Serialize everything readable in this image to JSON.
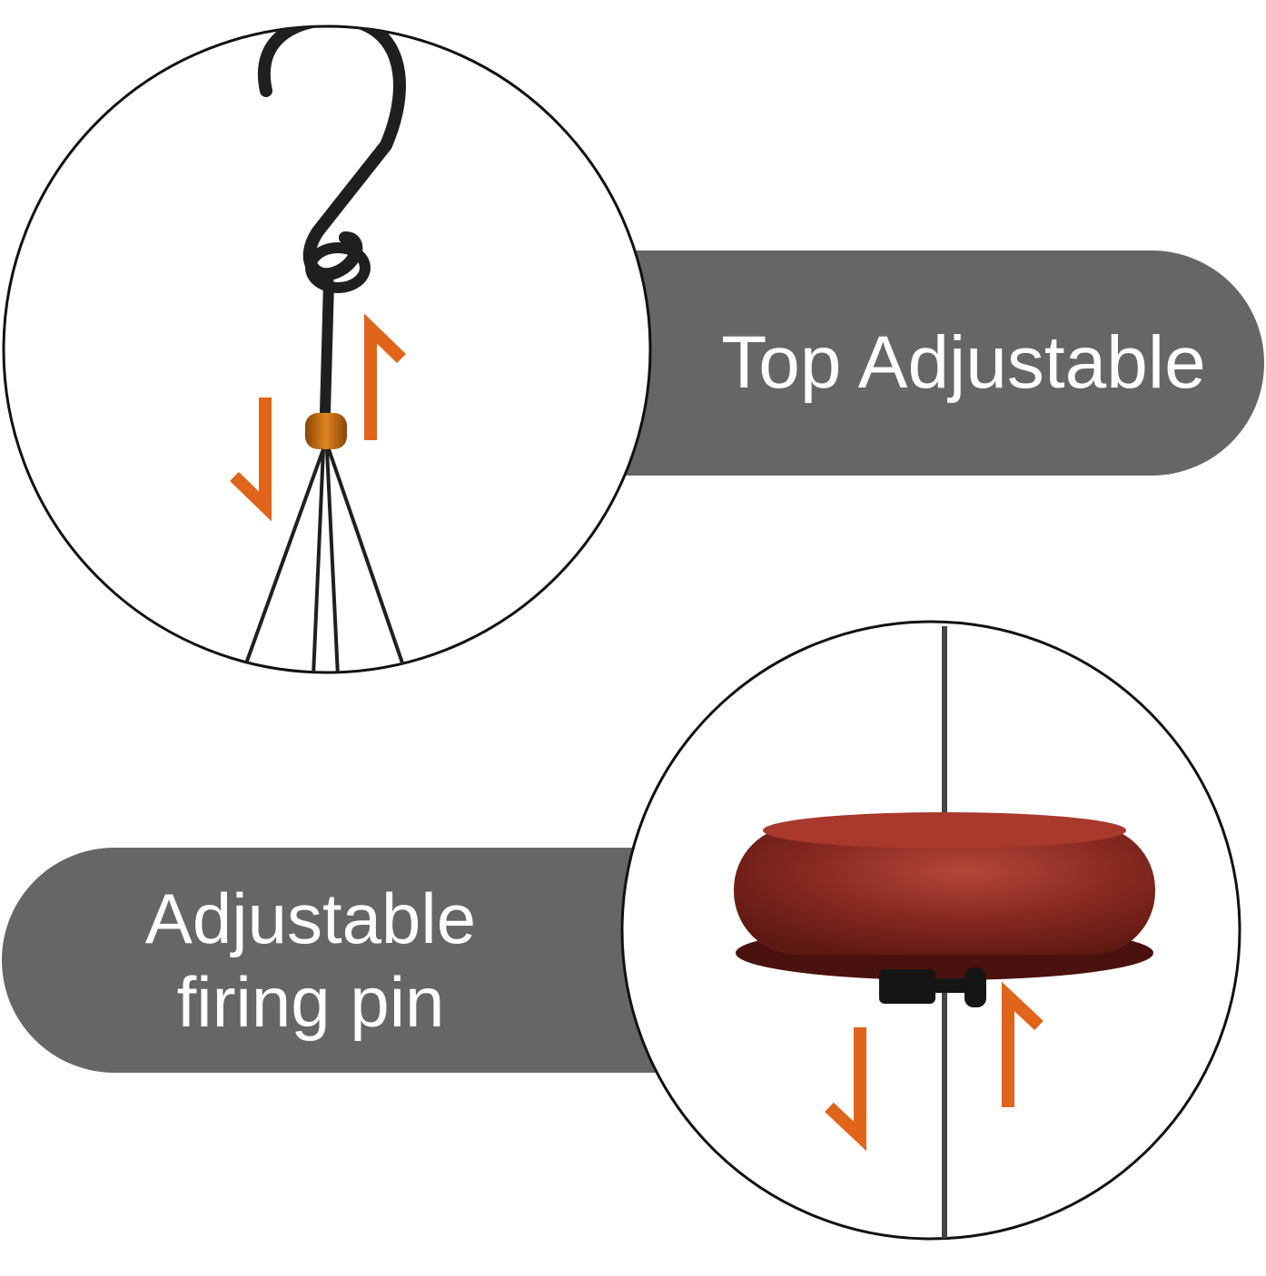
{
  "callouts": {
    "top": {
      "label": "Top Adjustable"
    },
    "bottom": {
      "line1": "Adjustable",
      "line2": "firing pin"
    }
  },
  "colors": {
    "banner": "#666666",
    "banner_text": "#ffffff",
    "arrow": "#e0641a",
    "wood": "#8a2a22",
    "bead": "#c96a10",
    "hook": "#1f1f1f",
    "circle_outline": "#111111"
  },
  "icons": {
    "hook": "s-hook-icon",
    "bead": "wooden-bead-icon",
    "arrow_up": "arrow-up-icon",
    "arrow_down": "arrow-down-icon",
    "wind_catcher": "wooden-disc-icon",
    "clip": "cord-stopper-icon"
  }
}
